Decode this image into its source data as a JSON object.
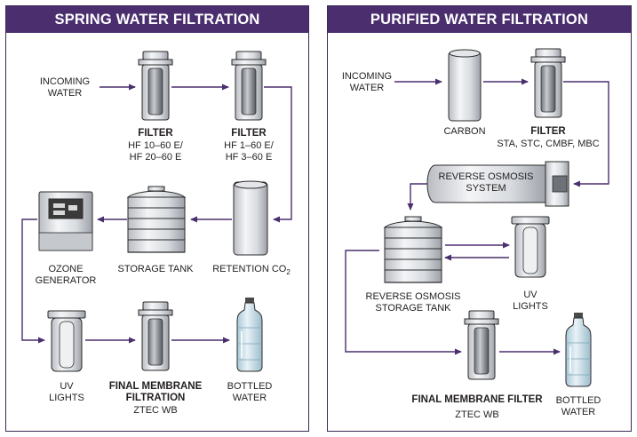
{
  "spring": {
    "title": "SPRING WATER FILTRATION",
    "incoming": [
      "INCOMING",
      "WATER"
    ],
    "filter1": {
      "name": "FILTER",
      "models": [
        "HF 10–60 E/",
        "HF 20–60 E"
      ]
    },
    "filter2": {
      "name": "FILTER",
      "models": [
        "HF 1–60 E/",
        "HF 3–60 E"
      ]
    },
    "retention": "RETENTION CO",
    "retention_sub": "2",
    "storage_tank": "STORAGE TANK",
    "ozone": [
      "OZONE",
      "GENERATOR"
    ],
    "uv": [
      "UV",
      "LIGHTS"
    ],
    "final": {
      "name": [
        "FINAL MEMBRANE",
        "FILTRATION"
      ],
      "model": "ZTEC WB"
    },
    "bottled": [
      "BOTTLED",
      "WATER"
    ]
  },
  "purified": {
    "title": "PURIFIED WATER FILTRATION",
    "incoming": [
      "INCOMING",
      "WATER"
    ],
    "carbon": "CARBON",
    "filter": {
      "name": "FILTER",
      "models": "STA, STC, CMBF, MBC"
    },
    "ro_system": [
      "REVERSE OSMOSIS",
      "SYSTEM"
    ],
    "ro_tank": [
      "REVERSE OSMOSIS",
      "STORAGE TANK"
    ],
    "uv": [
      "UV",
      "LIGHTS"
    ],
    "final": {
      "name": "FINAL MEMBRANE FILTER",
      "model": "ZTEC WB"
    },
    "bottled": [
      "BOTTLED",
      "WATER"
    ]
  },
  "colors": {
    "header": "#4a2e6e",
    "flow_line": "#4a2e6e",
    "outline": "#2b2b2b",
    "water": "#cfe3ee"
  }
}
